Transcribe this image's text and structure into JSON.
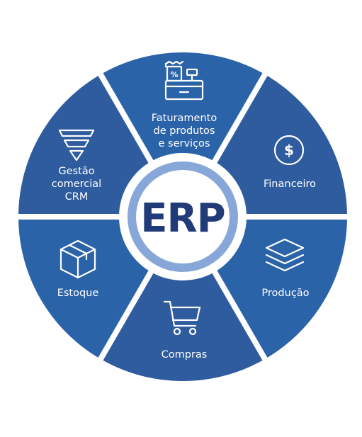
{
  "center": {
    "label": "ERP"
  },
  "segments": [
    {
      "id": "faturamento",
      "lines": [
        "Faturamento",
        "de produtos",
        "e serviços"
      ],
      "icon": "cash-register-icon",
      "color": "#2b63a9"
    },
    {
      "id": "financeiro",
      "lines": [
        "Financeiro"
      ],
      "icon": "dollar-coin-icon",
      "color": "#2e5c9e"
    },
    {
      "id": "producao",
      "lines": [
        "Produção"
      ],
      "icon": "layers-icon",
      "color": "#2b63a9"
    },
    {
      "id": "compras",
      "lines": [
        "Compras"
      ],
      "icon": "shopping-cart-icon",
      "color": "#2e5c9e"
    },
    {
      "id": "estoque",
      "lines": [
        "Estoque"
      ],
      "icon": "box-icon",
      "color": "#2b63a9"
    },
    {
      "id": "gestao-comercial",
      "lines": [
        "Gestão",
        "comercial",
        "CRM"
      ],
      "icon": "funnel-icon",
      "color": "#2e5c9e"
    }
  ],
  "colors": {
    "ring_inner": "#86a7d8",
    "center_text": "#213a78",
    "background": "#ffffff"
  }
}
